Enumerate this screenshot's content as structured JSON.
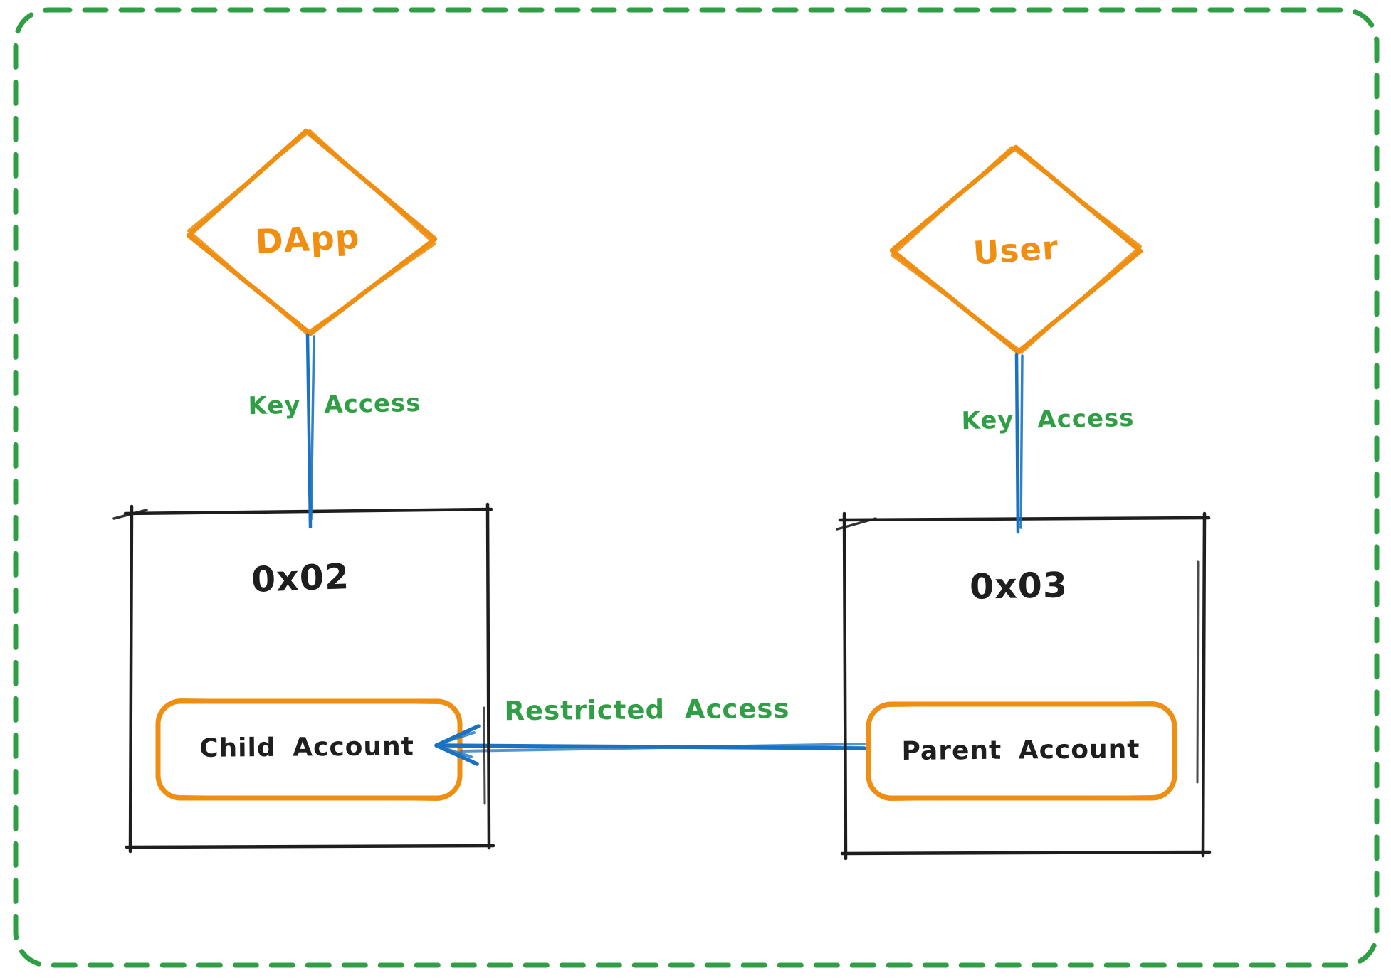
{
  "colors": {
    "orange": "#ef8e10",
    "hatch": "#ffd43b",
    "green": "#2f9e44",
    "blue": "#1b72c2",
    "ink": "#1e1e1e",
    "bg": "#ffffff"
  },
  "nodes": {
    "dapp": {
      "label": "DApp"
    },
    "user": {
      "label": "User"
    },
    "wallet_0x02": {
      "address": "0x02",
      "account": {
        "label": "Child Account"
      }
    },
    "wallet_0x03": {
      "address": "0x03",
      "account": {
        "label": "Parent Account"
      }
    }
  },
  "edges": {
    "dapp_to_0x02": {
      "label": "Key Access"
    },
    "user_to_0x03": {
      "label": "Key Access"
    },
    "parent_to_child": {
      "label": "Restricted Access"
    }
  }
}
